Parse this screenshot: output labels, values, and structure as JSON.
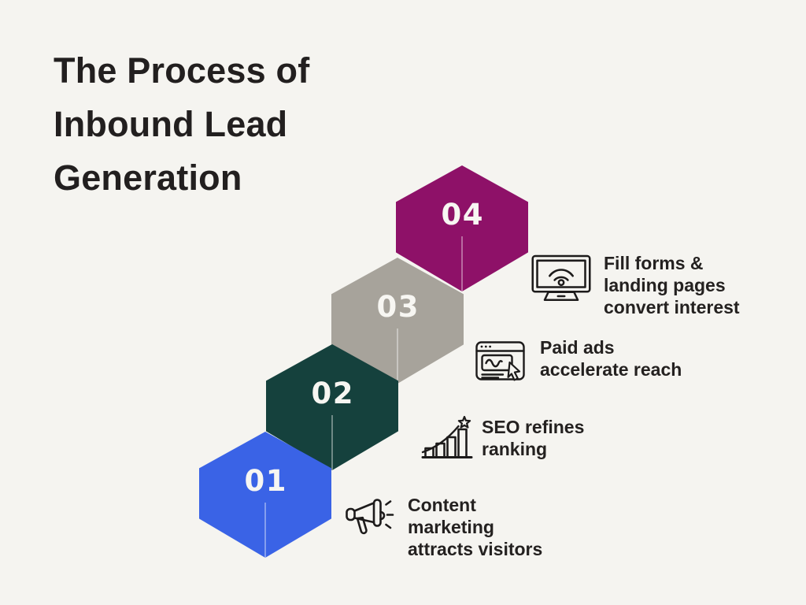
{
  "background_color": "#f5f4f0",
  "title": {
    "lines": [
      "The Process of",
      "Inbound Lead",
      "Generation"
    ],
    "color": "#221f1f"
  },
  "steps": [
    {
      "number": "01",
      "color": "#3a63e6",
      "icon": "megaphone-icon",
      "label": "Content marketing attracts visitors",
      "label_lines": [
        "Content",
        "marketing",
        "attracts visitors"
      ]
    },
    {
      "number": "02",
      "color": "#15413d",
      "icon": "seo-bar-chart-star-icon",
      "label": "SEO refines ranking",
      "label_lines": [
        "SEO refines",
        "ranking"
      ]
    },
    {
      "number": "03",
      "color": "#a7a39b",
      "icon": "paid-ads-browser-cursor-icon",
      "label": "Paid ads accelerate reach",
      "label_lines": [
        "Paid ads",
        "accelerate reach"
      ]
    },
    {
      "number": "04",
      "color": "#8e1168",
      "icon": "monitor-wifi-icon",
      "label": "Fill forms & landing pages convert interest",
      "label_lines": [
        "Fill forms &",
        "landing pages",
        "convert interest"
      ]
    }
  ],
  "styles": {
    "number_color": "#f7f6f2",
    "label_color": "#242120",
    "icon_stroke": "#1d1b1b"
  }
}
